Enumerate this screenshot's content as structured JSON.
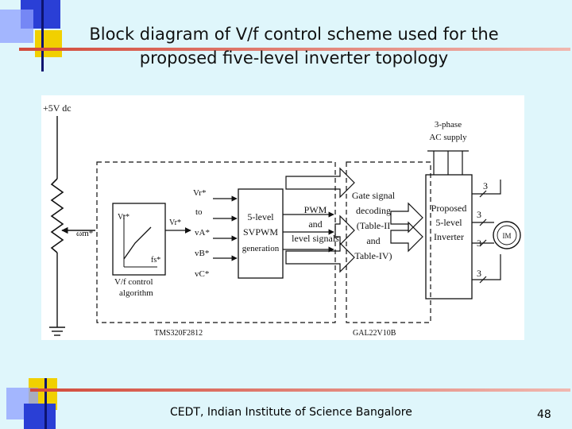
{
  "slide": {
    "title_line1": "Block diagram of V/f control scheme used for the",
    "title_line2": "proposed five-level inverter topology",
    "footer": "CEDT, Indian Institute of Science Bangalore",
    "page_number": "48"
  },
  "diagram": {
    "supply_label": "+5V dc",
    "speed_ref_label": "ωm*",
    "vf_vr_label": "Vr*",
    "vf_fs_label": "fs*",
    "vf_out_label": "Vr*",
    "vf_block_label_1": "V/f control",
    "vf_block_label_2": "algorithm",
    "refs_line1": "Vr*",
    "refs_line2": "to",
    "refs_line3": "vA*",
    "refs_line4": "vB*",
    "refs_line5": "vC*",
    "svpwm_line1": "5-level",
    "svpwm_line2": "SVPWM",
    "svpwm_line3": "generation",
    "pwm_line1": "PWM",
    "pwm_line2": "and",
    "pwm_line3": "level signals",
    "gate_line1": "Gate signal",
    "gate_line2": "decoding",
    "gate_line3": "(Table-II",
    "gate_line4": "and",
    "gate_line5": "Table-IV)",
    "inv_line1": "Proposed",
    "inv_line2": "5-level",
    "inv_line3": "Inverter",
    "ac_line1": "3-phase",
    "ac_line2": "AC supply",
    "phase_count_1": "3",
    "phase_count_2": "3",
    "phase_count_3": "3",
    "phase_count_4": "3",
    "motor_label": "IM",
    "dsp_label": "TMS320F2812",
    "gal_label": "GAL22V10B"
  }
}
